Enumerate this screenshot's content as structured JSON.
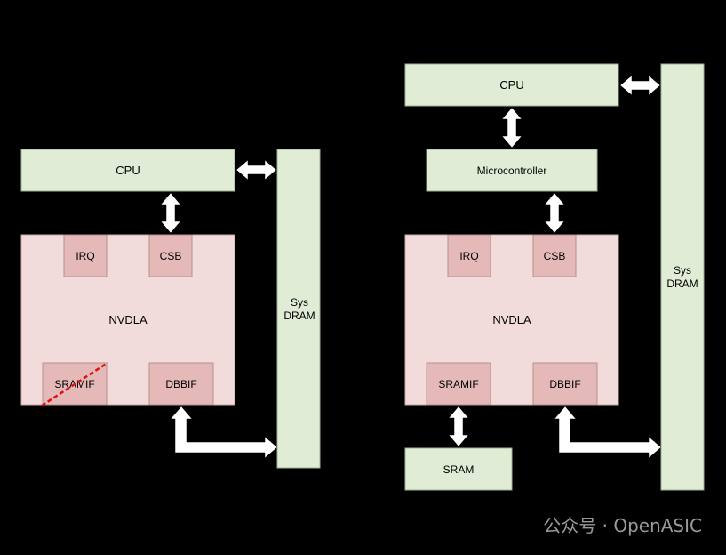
{
  "colors": {
    "background": "#000000",
    "green_fill": "#e1ecd6",
    "green_stroke": "#9db58a",
    "nvdla_fill": "#f2dcdb",
    "nvdla_stroke": "#c9a9a8",
    "block_fill": "#e4b9b8",
    "block_stroke": "#b58f8e",
    "arrow": "#ffffff",
    "dashed_line": "#e01010"
  },
  "left": {
    "cpu": "CPU",
    "sys_dram_line1": "Sys",
    "sys_dram_line2": "DRAM",
    "nvdla": "NVDLA",
    "irq": "IRQ",
    "csb": "CSB",
    "sramif": "SRAMIF",
    "dbbif": "DBBIF"
  },
  "right": {
    "cpu": "CPU",
    "microcontroller": "Microcontroller",
    "sys_dram_line1": "Sys",
    "sys_dram_line2": "DRAM",
    "nvdla": "NVDLA",
    "irq": "IRQ",
    "csb": "CSB",
    "sramif": "SRAMIF",
    "dbbif": "DBBIF",
    "sram": "SRAM"
  },
  "watermark": "公众号 · OpenASIC"
}
